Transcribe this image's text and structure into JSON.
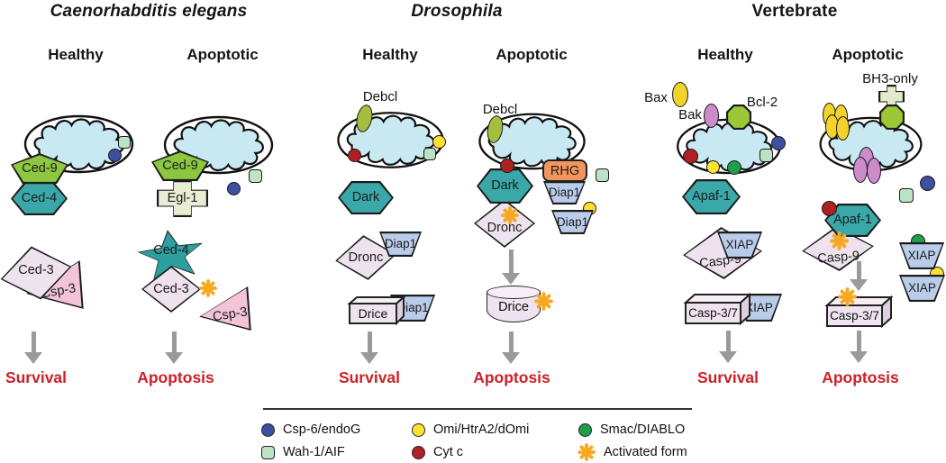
{
  "panels": {
    "celegans": {
      "title": "Caenorhabditis elegans",
      "healthy": "Healthy",
      "apoptotic": "Apoptotic",
      "proteins": {
        "ced9": "Ced-9",
        "ced4": "Ced-4",
        "egl1": "Egl-1",
        "ced3": "Ced-3",
        "csp3": "Csp-3"
      },
      "survival": "Survival",
      "apoptosis": "Apoptosis"
    },
    "drosophila": {
      "title": "Drosophila",
      "healthy": "Healthy",
      "apoptotic": "Apoptotic",
      "proteins": {
        "debcl": "Debcl",
        "dark": "Dark",
        "dronc": "Dronc",
        "diap1": "Diap1",
        "rhg": "RHG",
        "drice": "Drice"
      },
      "survival": "Survival",
      "apoptosis": "Apoptosis"
    },
    "vertebrate": {
      "title": "Vertebrate",
      "healthy": "Healthy",
      "apoptotic": "Apoptotic",
      "proteins": {
        "bax": "Bax",
        "bak": "Bak",
        "bcl2": "Bcl-2",
        "bh3": "BH3-only",
        "apaf1": "Apaf-1",
        "casp9": "Casp-9",
        "casp37": "Casp-3/7",
        "xiap": "XIAP"
      },
      "survival": "Survival",
      "apoptosis": "Apoptosis"
    }
  },
  "legend": {
    "items": [
      {
        "label": "Csp-6/endoG",
        "swatch": "blue-circle",
        "color": "#3E4FA0"
      },
      {
        "label": "Wah-1/AIF",
        "swatch": "green-square",
        "color": "#BCE3C5"
      },
      {
        "label": "Omi/HtrA2/dOmi",
        "swatch": "yellow-circle",
        "color": "#FFE12F"
      },
      {
        "label": "Cyt c",
        "swatch": "red-circle",
        "color": "#B01F24"
      },
      {
        "label": "Smac/DIABLO",
        "swatch": "green-circle",
        "color": "#1F9E4C"
      },
      {
        "label": "Activated form",
        "swatch": "orange-asterisk",
        "color": "#F6A821"
      }
    ]
  },
  "colors": {
    "teal_hexagon": "#3AA8A8",
    "green_pentagon": "#8DC63F",
    "bcl2_octagon": "#9CC837",
    "diamond_fill": "#EDE2ED",
    "trapezoid_fill": "#B9CCEA",
    "triangle_fill": "#F3C4D7",
    "rhg_orange": "#F2955C",
    "outcome_red": "#CC2127",
    "mito_matrix_blue": "#C9E9F2",
    "arrow_gray": "#9A9A9A",
    "activated_orange": "#F6A821"
  }
}
